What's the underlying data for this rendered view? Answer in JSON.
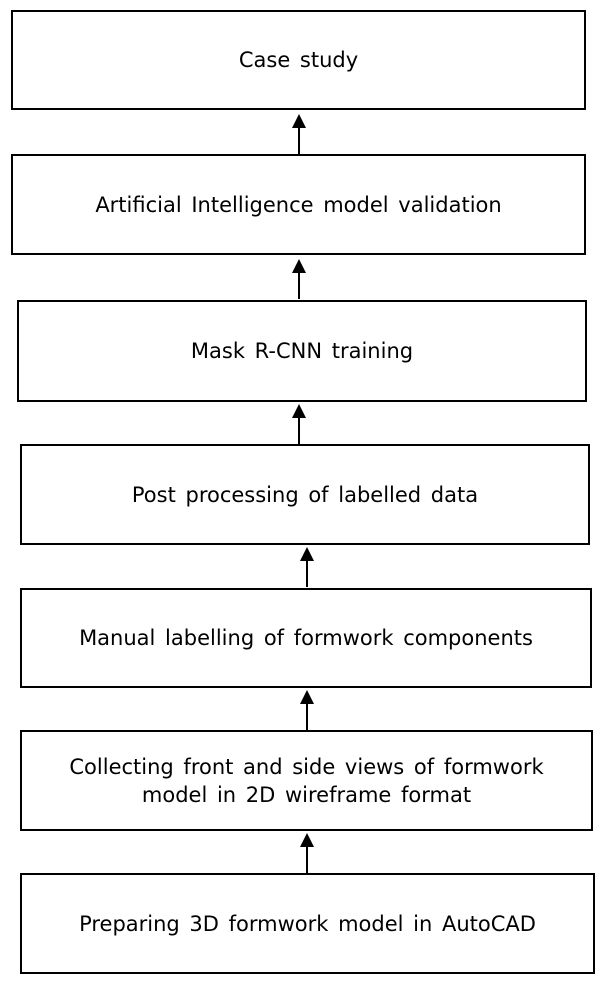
{
  "flowchart": {
    "steps": [
      {
        "id": "case-study",
        "label": "Case study"
      },
      {
        "id": "ai-validation",
        "label": "Artificial Intelligence model validation"
      },
      {
        "id": "mask-rcnn",
        "label": "Mask R-CNN training"
      },
      {
        "id": "post-processing",
        "label": "Post processing of labelled data"
      },
      {
        "id": "manual-labelling",
        "label": "Manual labelling of formwork components"
      },
      {
        "id": "collecting-views",
        "label": "Collecting front and side views of formwork\nmodel in 2D wireframe format"
      },
      {
        "id": "preparing-model",
        "label": "Preparing 3D formwork model in AutoCAD"
      }
    ],
    "arrow_direction": "up",
    "colors": {
      "stroke": "#000000",
      "background": "#ffffff",
      "text": "#000000"
    }
  }
}
